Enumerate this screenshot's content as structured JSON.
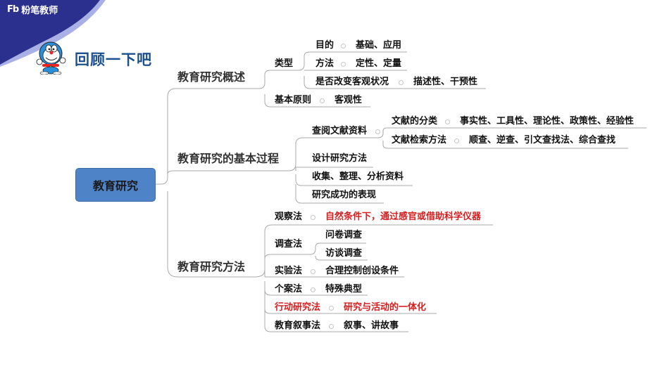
{
  "brand": {
    "logo": "Fb",
    "name": "粉笔教师"
  },
  "header": {
    "title": "回顾一下吧"
  },
  "root": "教育研究",
  "branches": {
    "overview": "教育研究概述",
    "process": "教育研究的基本过程",
    "methods": "教育研究方法"
  },
  "overview": {
    "type_label": "类型",
    "purpose": "目的",
    "purpose_value": "基础、应用",
    "method": "方法",
    "method_value": "定性、定量",
    "change": "是否改变客观状况",
    "change_value": "描述性、干预性",
    "principle": "基本原则",
    "principle_value": "客观性"
  },
  "process": {
    "review": "查阅文献资料",
    "classify": "文献的分类",
    "classify_value": "事实性、工具性、理论性、政策性、经验性",
    "search": "文献检索方法",
    "search_value": "顺查、逆查、引文查找法、综合查找",
    "design": "设计研究方法",
    "collect": "收集、整理、分析资料",
    "result": "研究成功的表现"
  },
  "methods": {
    "observe": "观察法",
    "observe_value": "自然条件下，通过感官或借助科学仪器",
    "survey": "调查法",
    "survey_q": "问卷调查",
    "survey_i": "访谈调查",
    "experiment": "实验法",
    "experiment_value": "合理控制创设条件",
    "case": "个案法",
    "case_value": "特殊典型",
    "action": "行动研究法",
    "action_value": "研究与活动的一体化",
    "narrative": "教育叙事法",
    "narrative_value": "叙事、讲故事"
  },
  "colors": {
    "root_fill": "#4f83c8",
    "accent_red": "#d41f1f",
    "title_blue": "#1d4f8f",
    "brand_bg": "#2b2f8e"
  }
}
